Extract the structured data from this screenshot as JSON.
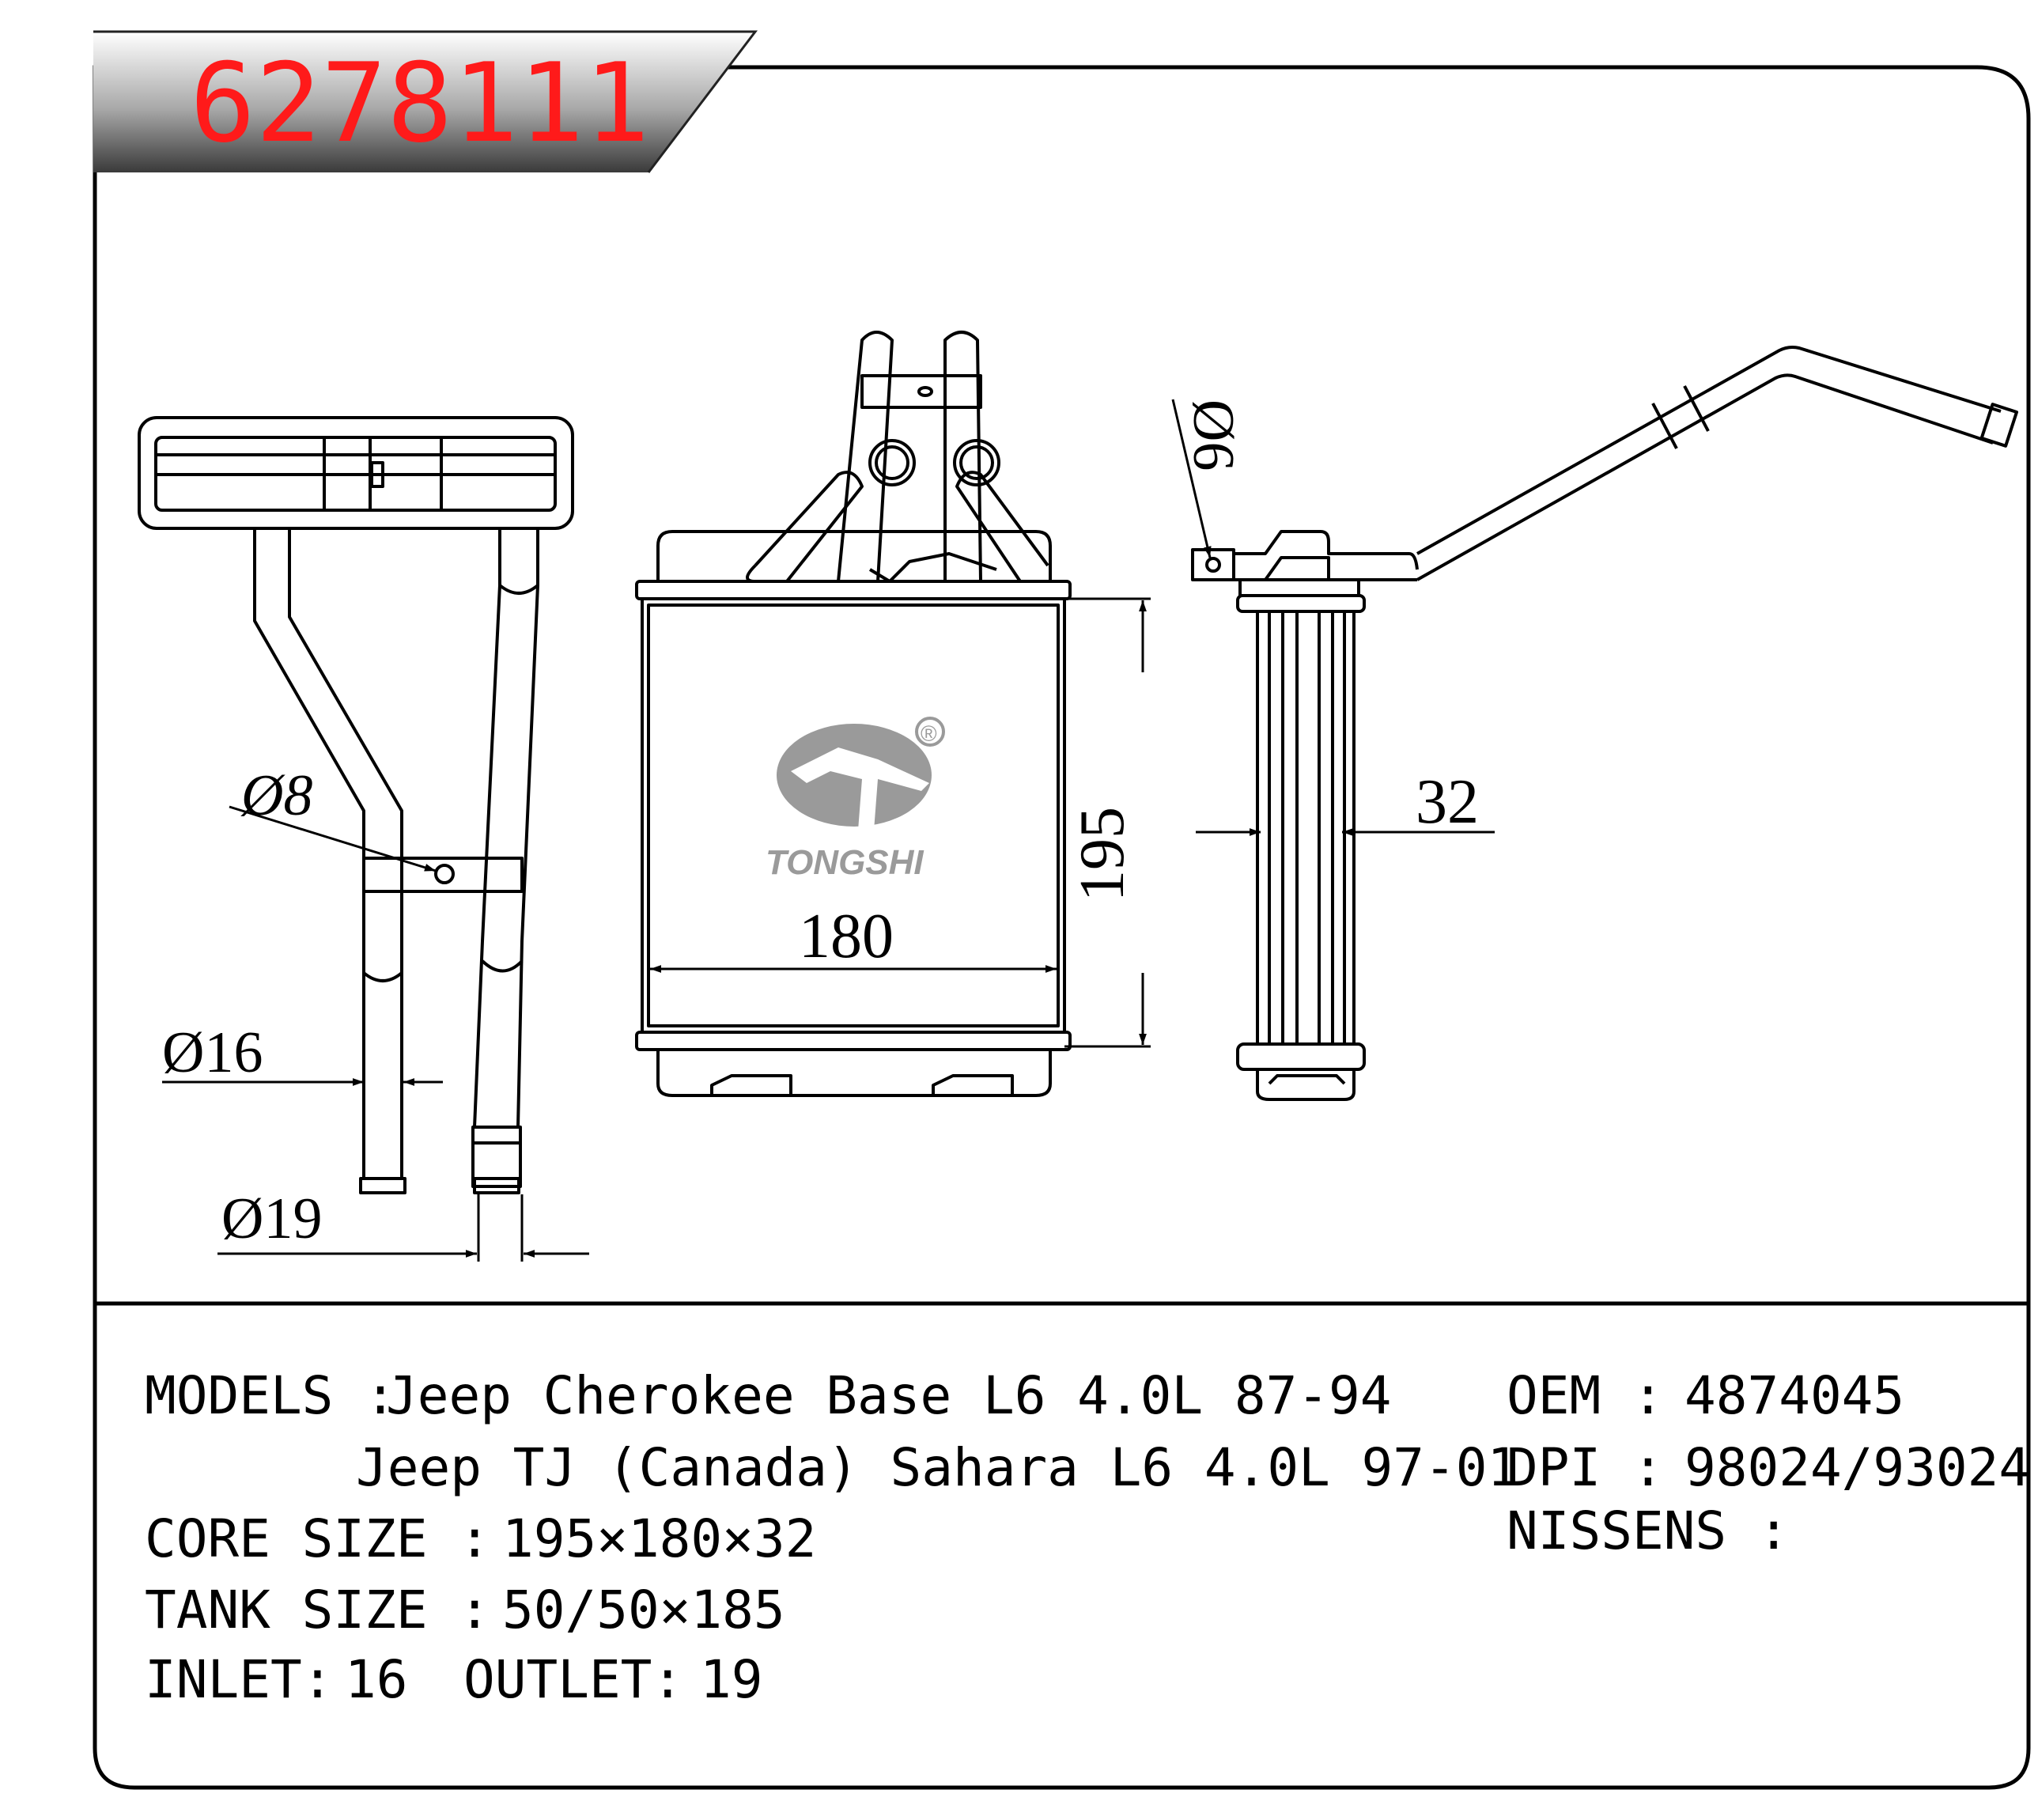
{
  "part_number": "6278111",
  "colors": {
    "part_number_text": "#ff1a1a",
    "header_band_light": "#ffffff",
    "header_band_dark": "#3c3c3c",
    "line": "#000000",
    "logo": "#9a9a9a"
  },
  "drawing": {
    "dimensions": {
      "d8": "Ø8",
      "d16": "Ø16",
      "d19": "Ø19",
      "d6": "Ø6",
      "height": "195",
      "width": "180",
      "thickness": "32"
    },
    "logo": {
      "icon": "tongshi-logo-icon",
      "text": "TONGSHI",
      "registered": "®"
    }
  },
  "specs": {
    "models_label": "MODELS :",
    "models_line1": "Jeep Cherokee Base L6 4.0L 87-94",
    "models_line2": "Jeep TJ (Canada) Sahara L6 4.0L 97-01",
    "core_size_label": "CORE SIZE :",
    "core_size_value": "195×180×32",
    "tank_size_label": "TANK SIZE :",
    "tank_size_value": "50/50×185",
    "inlet_label": "INLET:",
    "inlet_value": "16",
    "outlet_label": "OUTLET:",
    "outlet_value": "19",
    "oem_label": "OEM :",
    "oem_value": "4874045",
    "dpi_label": "DPI :",
    "dpi_value": "98024/93024",
    "nissens_label": "NISSENS :",
    "nissens_value": ""
  }
}
